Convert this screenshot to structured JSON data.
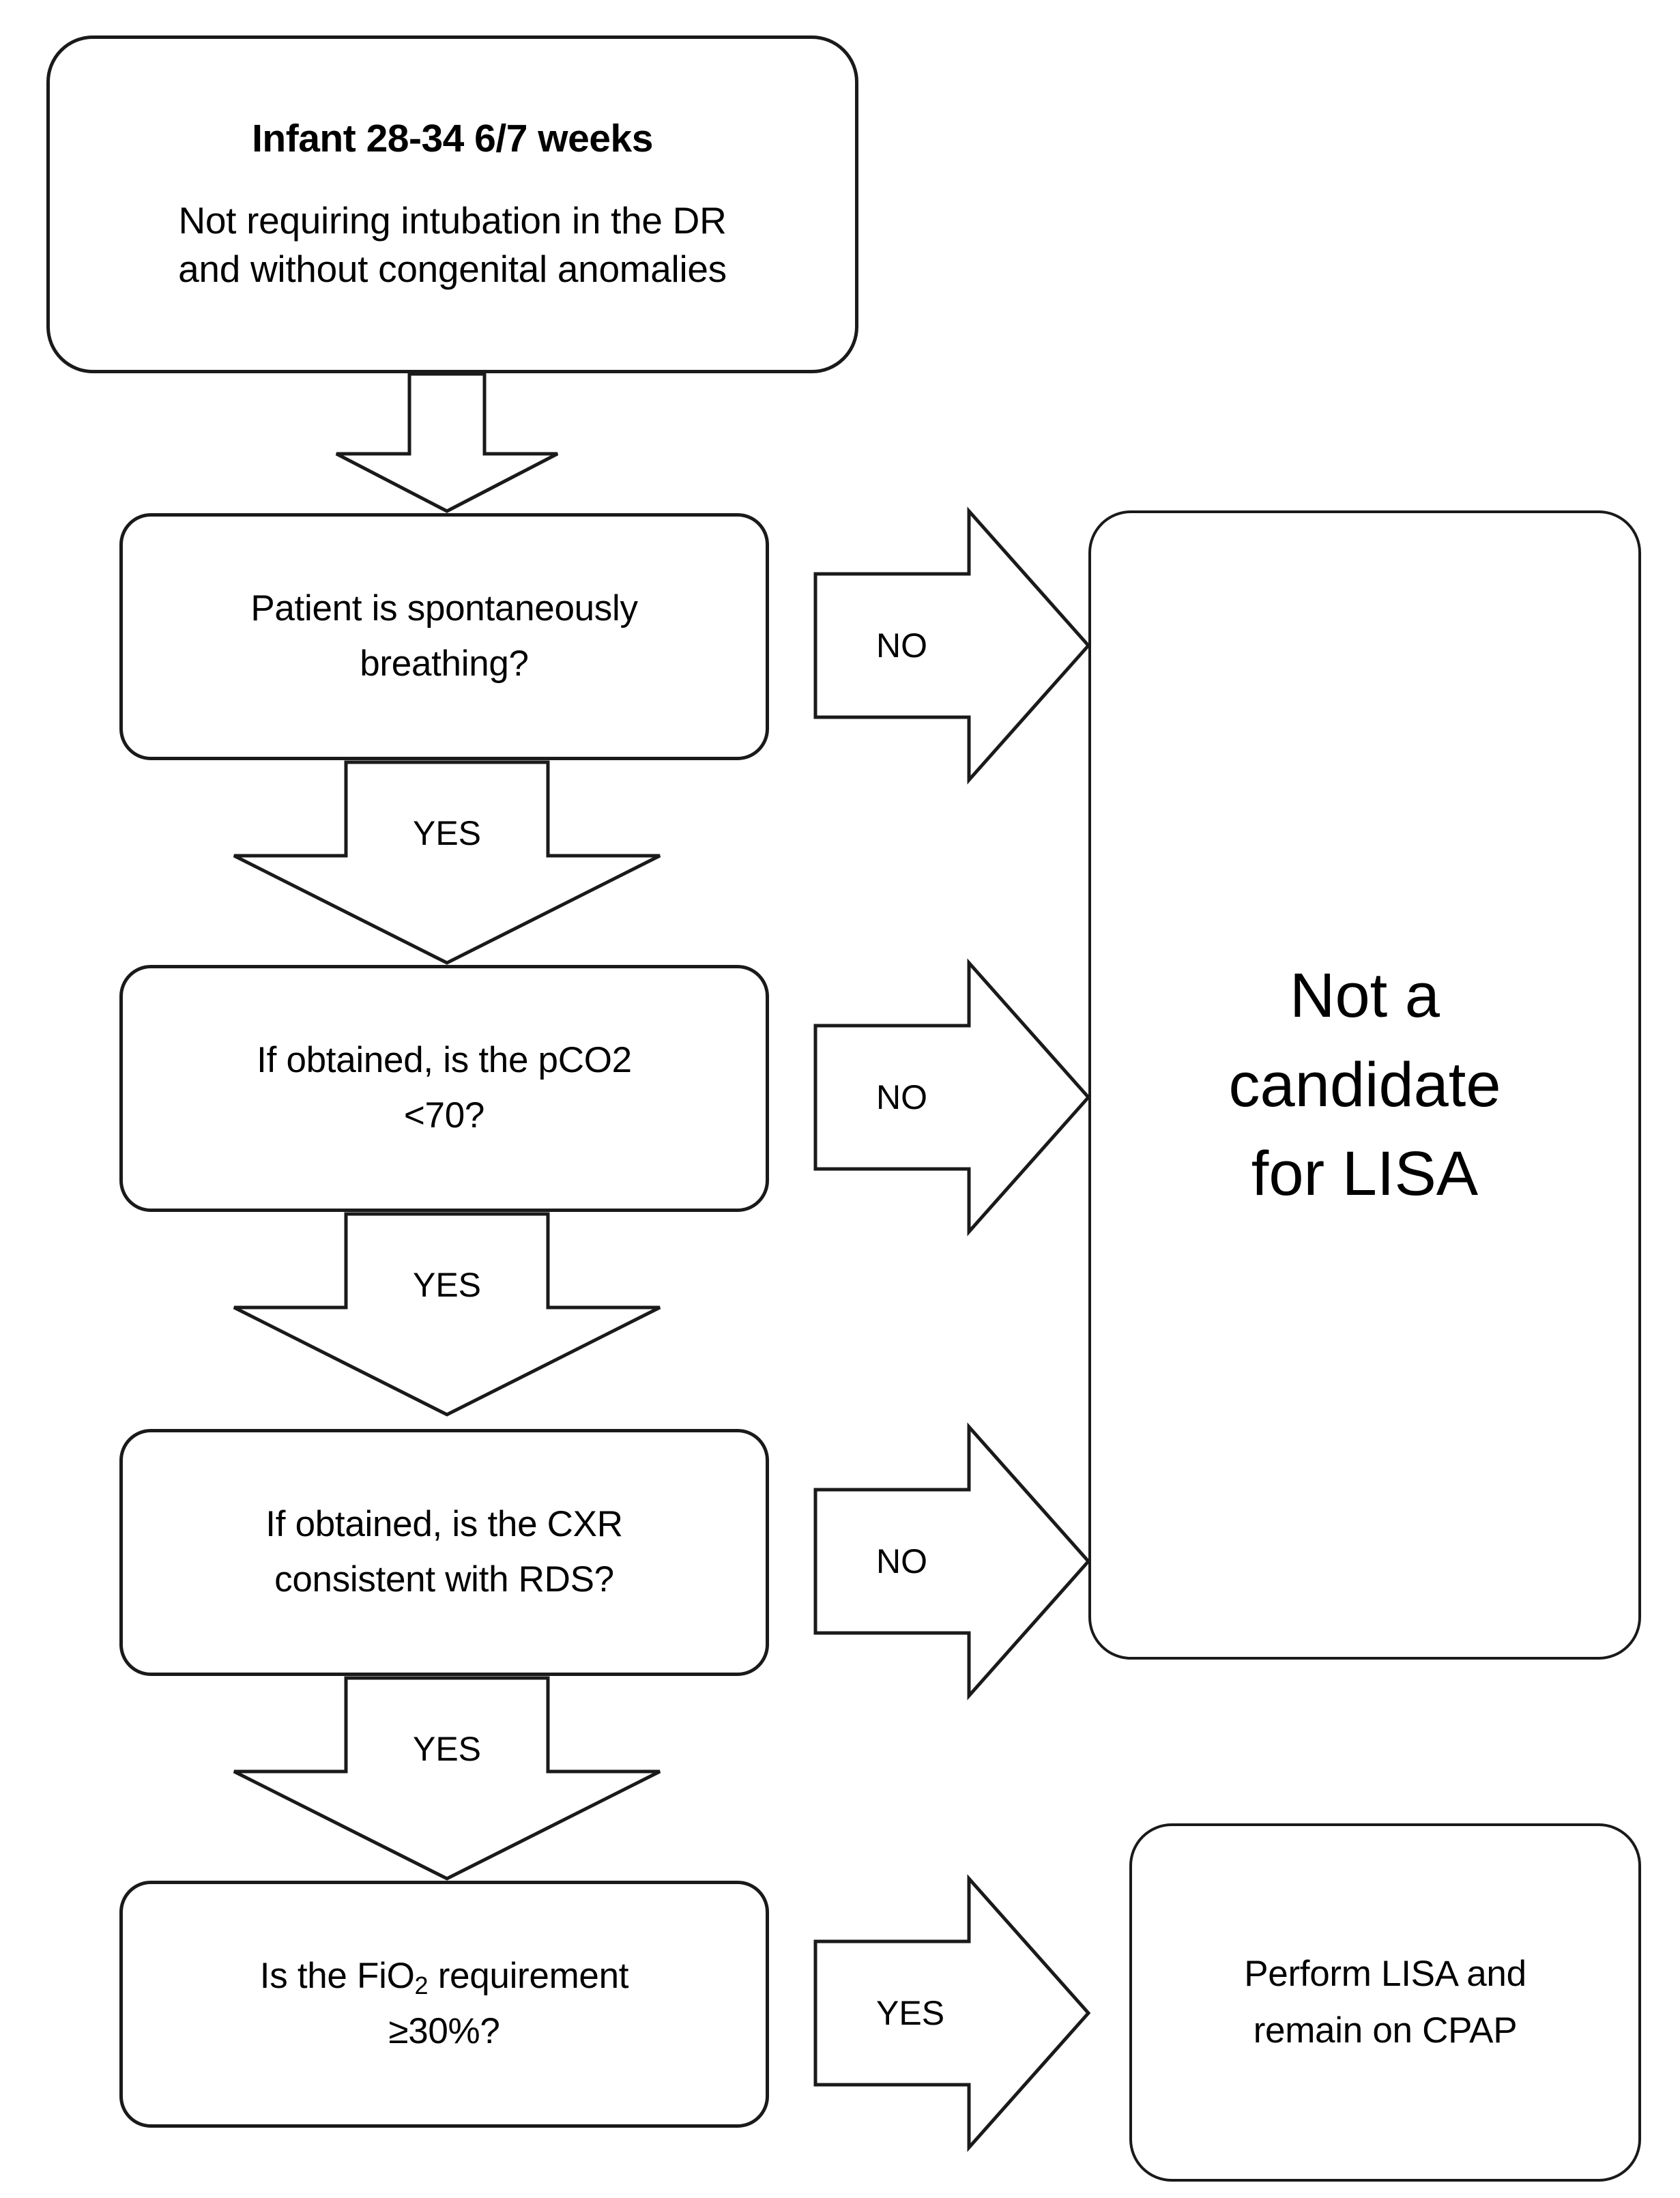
{
  "diagram": {
    "title": "LISA eligibility decision flowchart",
    "colors": {
      "stroke": "#1a1a1a",
      "fill": "#ffffff",
      "text": "#000000"
    },
    "nodes": {
      "intake": {
        "title": "Infant 28-34 6/7 weeks",
        "line1": "Not requiring intubation in the DR",
        "line2": "and without congenital anomalies"
      },
      "breathing": {
        "line1": "Patient is spontaneously",
        "line2": "breathing?"
      },
      "pco2": {
        "line1": "If obtained, is the pCO2",
        "line2": "<70?"
      },
      "cxr": {
        "line1": "If obtained, is the CXR",
        "line2": "consistent with RDS?"
      },
      "fio2": {
        "line1_prefix": "Is the FiO",
        "line1_sub": "2",
        "line1_suffix": " requirement",
        "line2": "≥30%?"
      },
      "not_candidate": {
        "line1": "Not a",
        "line2": "candidate",
        "line3": "for LISA"
      },
      "perform_lisa": {
        "line1": "Perform LISA and",
        "line2": "remain on CPAP"
      }
    },
    "arrows": {
      "down_1": {
        "label": ""
      },
      "down_2": {
        "label": "YES"
      },
      "down_3": {
        "label": "YES"
      },
      "down_4": {
        "label": "YES"
      },
      "right_1": {
        "label": "NO"
      },
      "right_2": {
        "label": "NO"
      },
      "right_3": {
        "label": "NO"
      },
      "right_4": {
        "label": "YES"
      }
    }
  }
}
